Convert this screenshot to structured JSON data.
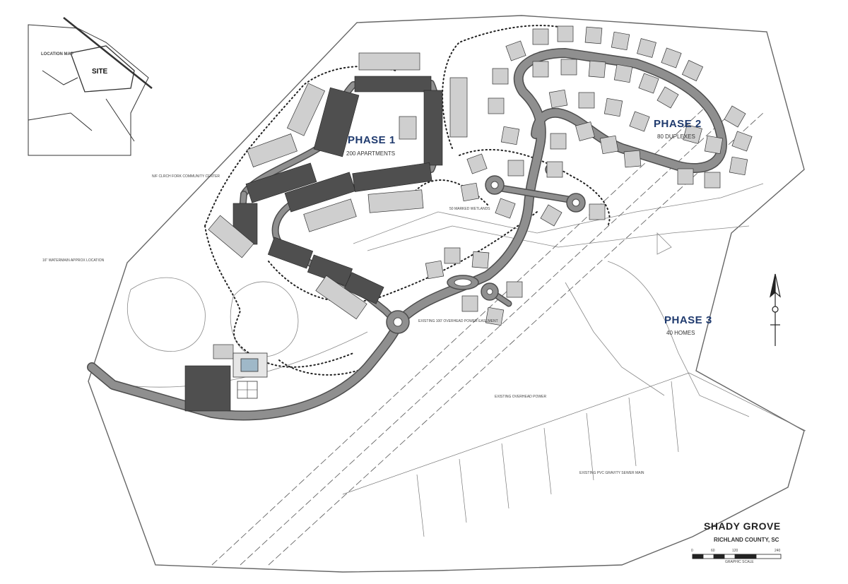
{
  "phases": [
    {
      "name": "PHASE 1",
      "detail": "200 APARTMENTS"
    },
    {
      "name": "PHASE 2",
      "detail": "80 DUPLEXES"
    },
    {
      "name": "PHASE 3",
      "detail": "40 HOMES"
    }
  ],
  "title": "SHADY GROVE",
  "subtitle": "RICHLAND COUNTY, SC",
  "location_map": {
    "site_label": "SITE",
    "caption": "LOCATION MAP"
  },
  "scale_bar": {
    "caption": "GRAPHIC SCALE",
    "ticks": [
      "0",
      "60",
      "120",
      "240"
    ]
  },
  "notes": {
    "easement": "EXISTING 100' OVERHEAD POWER EASEMENT",
    "power": "EXISTING OVERHEAD POWER",
    "sewer": "EXISTING PVC GRAVITY SEWER MAIN",
    "watermain": "16\" WATERMAIN APPROX LOCATION",
    "wetlands": "50 MARKED WETLANDS",
    "community": "N/F CLRCH FORK COMMUNITY CENTER"
  },
  "colors": {
    "road": "#8f8f8f",
    "road_edge": "#4d4d4d",
    "building": "#cfcfcf",
    "parking": "#4f4f4f",
    "line": "#555555"
  }
}
